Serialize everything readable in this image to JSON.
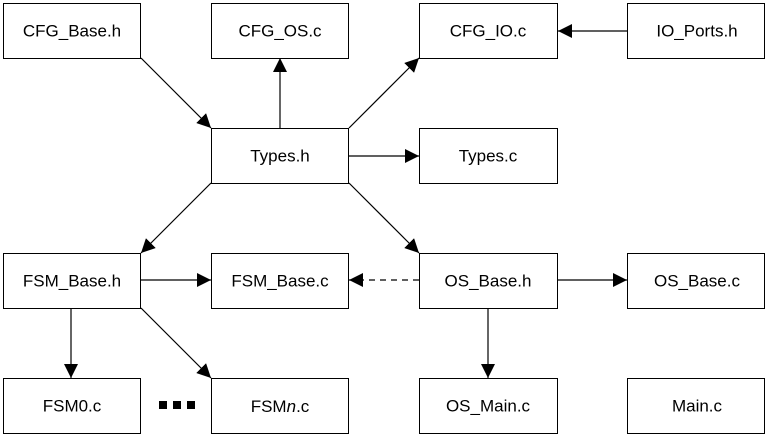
{
  "nodes": {
    "cfg_base_h": "CFG_Base.h",
    "cfg_os_c": "CFG_OS.c",
    "cfg_io_c": "CFG_IO.c",
    "io_ports_h": "IO_Ports.h",
    "types_h": "Types.h",
    "types_c": "Types.c",
    "fsm_base_h": "FSM_Base.h",
    "fsm_base_c": "FSM_Base.c",
    "os_base_h": "OS_Base.h",
    "os_base_c": "OS_Base.c",
    "fsm0_c": "FSM0.c",
    "fsmn_prefix": "FSM",
    "fsmn_italic": "n",
    "fsmn_suffix": ".c",
    "os_main_c": "OS_Main.c",
    "main_c": "Main.c"
  },
  "edges": [
    {
      "from": "CFG_Base.h",
      "to": "Types.h",
      "style": "solid"
    },
    {
      "from": "Types.h",
      "to": "CFG_OS.c",
      "style": "solid"
    },
    {
      "from": "Types.h",
      "to": "CFG_IO.c",
      "style": "solid"
    },
    {
      "from": "IO_Ports.h",
      "to": "CFG_IO.c",
      "style": "solid"
    },
    {
      "from": "Types.h",
      "to": "Types.c",
      "style": "solid"
    },
    {
      "from": "Types.h",
      "to": "FSM_Base.h",
      "style": "solid"
    },
    {
      "from": "Types.h",
      "to": "OS_Base.h",
      "style": "solid"
    },
    {
      "from": "FSM_Base.h",
      "to": "FSM_Base.c",
      "style": "solid"
    },
    {
      "from": "OS_Base.h",
      "to": "FSM_Base.c",
      "style": "dashed"
    },
    {
      "from": "OS_Base.h",
      "to": "OS_Base.c",
      "style": "solid"
    },
    {
      "from": "FSM_Base.h",
      "to": "FSM0.c",
      "style": "solid"
    },
    {
      "from": "FSM_Base.h",
      "to": "FSMn.c",
      "style": "solid"
    },
    {
      "from": "OS_Base.h",
      "to": "OS_Main.c",
      "style": "solid"
    }
  ]
}
